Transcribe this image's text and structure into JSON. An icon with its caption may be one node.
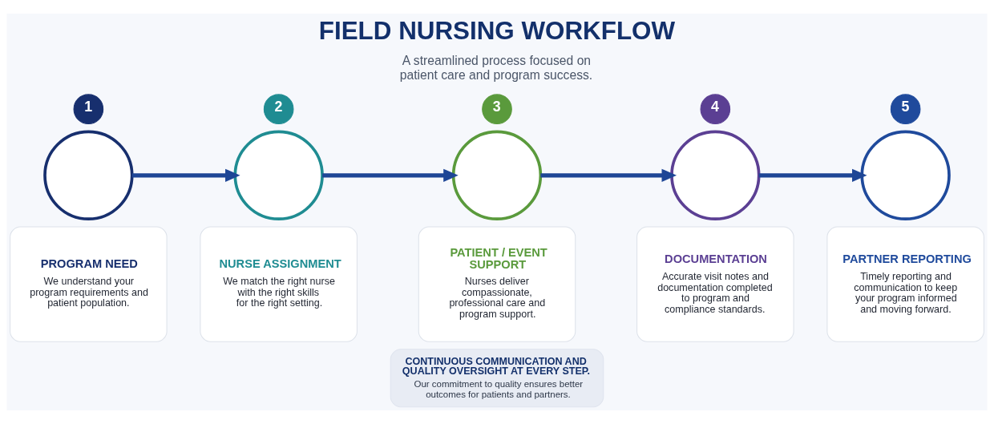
{
  "diagram": {
    "title": "FIELD NURSING WORKFLOW",
    "nodes": [
      {
        "text": [
          "1"
        ]
      },
      {
        "text": [],
        "shape": "circle"
      },
      {
        "text": [
          "PROGRAM NEED",
          "We understand your program requirements and patient population."
        ]
      },
      {
        "text": [
          "2"
        ]
      },
      {
        "text": [],
        "shape": "circle"
      },
      {
        "text": [
          "NURSE ASSIGNMENT",
          "We match the right nurse with the right skills for the right setting."
        ]
      },
      {
        "text": [
          "3"
        ]
      },
      {
        "text": [],
        "shape": "circle"
      },
      {
        "text": [
          "PATIENT / EVENT SUPPORT",
          "Nurses deliver compassionate, professional care and program support."
        ]
      },
      {
        "text": [
          "4"
        ]
      },
      {
        "text": [],
        "shape": "circle"
      },
      {
        "text": [
          "DOCUMENTATION",
          "Accurate visit notes and documentation completed to program and compliance standards."
        ]
      },
      {
        "text": [
          "5"
        ]
      },
      {
        "text": [],
        "shape": "circle"
      },
      {
        "text": [
          "PARTNER REPORTING",
          "Timely reporting and communication to keep your program informed and moving forward."
        ]
      },
      {
        "text": [
          "CONTINUOUS COMMUNICATION AND QUALITY OVERSIGHT AT EVERY STEP.",
          "Our commitment to quality ensures better outcomes for patients and partners."
        ]
      }
    ],
    "edges": [
      {
        "from": 1,
        "to": 4,
        "arrow": "to"
      },
      {
        "from": 4,
        "to": 7,
        "arrow": "to"
      },
      {
        "from": 7,
        "to": 10,
        "arrow": "to"
      },
      {
        "from": 10,
        "to": 13,
        "arrow": "to"
      }
    ],
    "labels": [
      "A streamlined process focused on patient care and program success."
    ]
  }
}
